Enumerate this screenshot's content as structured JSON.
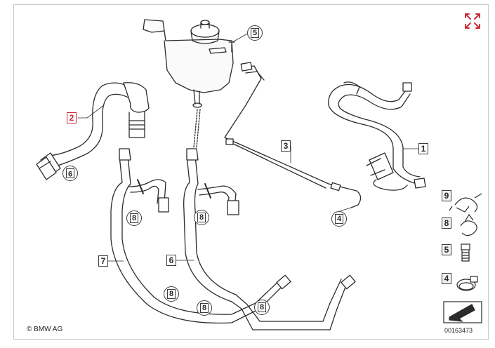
{
  "diagram": {
    "callouts": {
      "c1": "1",
      "c2": "2",
      "c3": "3",
      "c6": "6",
      "c7": "7",
      "c5": "5",
      "c4": "4",
      "c9": "9",
      "c8a": "8",
      "c8b": "8",
      "c8c": "8",
      "c8d": "8",
      "c8e": "8"
    },
    "parts_column": [
      {
        "number": "9",
        "icon": "hose-clamp-spring-icon"
      },
      {
        "number": "8",
        "icon": "hose-clip-icon"
      },
      {
        "number": "5",
        "icon": "bleeder-plug-icon"
      },
      {
        "number": "4",
        "icon": "worm-clamp-icon"
      }
    ],
    "copyright": "© BMW AG",
    "diagram_id": "00163473"
  },
  "ui": {
    "expand_icon": "expand-arrows-icon",
    "accent_color": "#cc2a36",
    "line_color": "#2b2b2b"
  }
}
